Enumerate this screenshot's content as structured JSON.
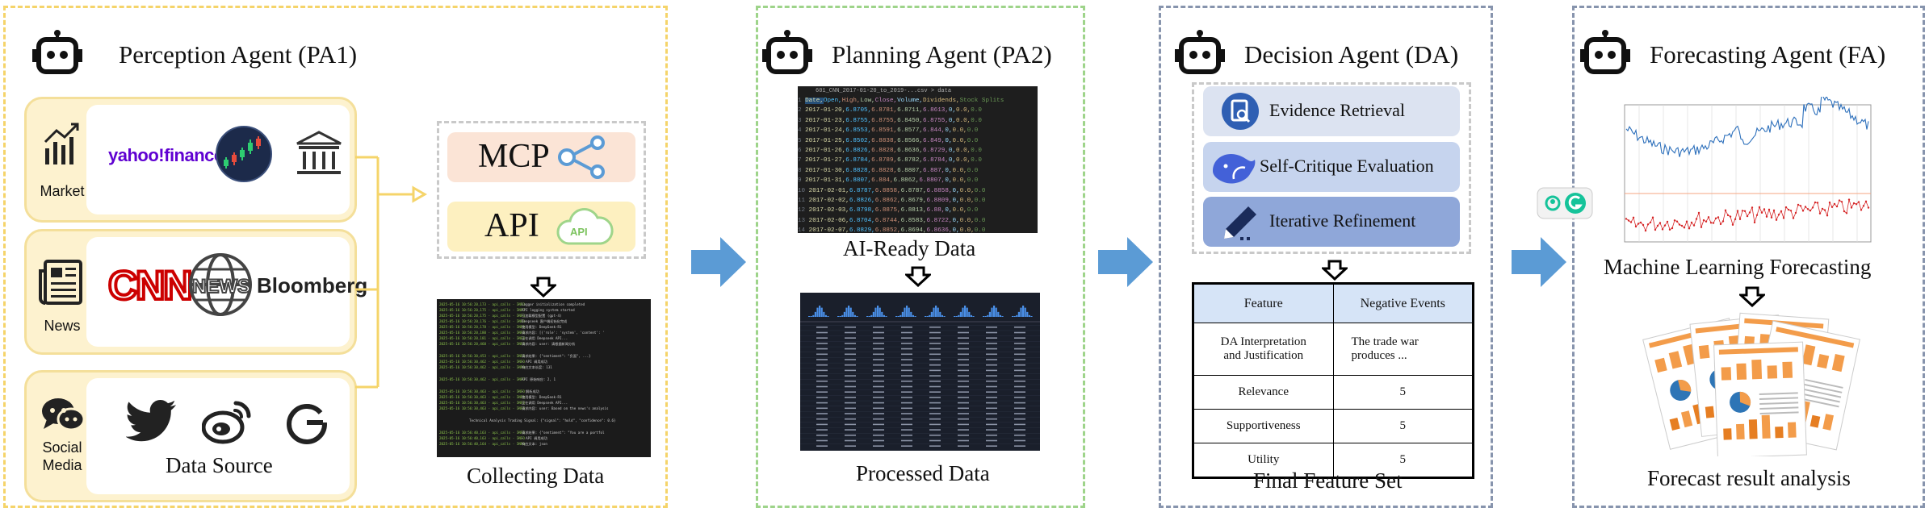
{
  "agents": {
    "pa1": {
      "title": "Perception Agent (PA1)"
    },
    "pa2": {
      "title": "Planning Agent (PA2)"
    },
    "da": {
      "title": "Decision Agent (DA)"
    },
    "fa": {
      "title": "Forecasting Agent (FA)"
    }
  },
  "sources": {
    "market": {
      "label": "Market",
      "logos": [
        "yahoo!finance"
      ]
    },
    "news": {
      "label": "News",
      "logos": [
        "CNN",
        "NEWS",
        "Bloomberg"
      ]
    },
    "social": {
      "label_line1": "Social",
      "label_line2": "Media"
    },
    "caption": "Data Source"
  },
  "collect": {
    "mcp": "MCP",
    "api": "API",
    "api_cloud": "API",
    "caption": "Collecting Data"
  },
  "csv": {
    "tab": "601_CNN_2017-01-20_to_2019-...csv > data",
    "header": "Date,Open,High,Low,Close,Volume,Dividends,Stock Splits",
    "rows": [
      "2017-01-20,6.8705,6.8781,6.8711,6.8613,0,0.0,0.0",
      "2017-01-23,6.8755,6.8755,6.8450,6.8755,0,0.0,0.0",
      "2017-01-24,6.8553,6.8591,6.8577,6.844,0,0.0,0.0",
      "2017-01-25,6.8502,6.8838,6.8566,6.849,0,0.0,0.0",
      "2017-01-26,6.8826,6.8828,6.8636,6.8729,0,0.0,0.0",
      "2017-01-27,6.8784,6.8789,6.8782,6.8784,0,0.0,0.0",
      "2017-01-30,6.8828,6.8828,6.8807,6.887,0,0.0,0.0",
      "2017-01-31,6.8807,6.884,6.8862,6.8807,0,0.0,0.0",
      "2017-02-01,6.8787,6.8858,6.8787,6.8858,0,0.0,0.0",
      "2017-02-02,6.8826,6.8862,6.8679,6.8809,0,0.0,0.0",
      "2017-02-03,6.8798,6.8875,6.8813,6.88,0,0.0,0.0",
      "2017-02-06,6.8704,6.8744,6.8583,6.8722,0,0.0,0.0",
      "2017-02-07,6.8829,6.8852,6.8694,6.8636,0,0.0,0.0"
    ],
    "caption": "AI-Ready Data"
  },
  "processed": {
    "caption": "Processed Data"
  },
  "decision": {
    "items": [
      "Evidence Retrieval",
      "Self-Critique Evaluation",
      "Iterative Refinement"
    ],
    "table": {
      "headers": [
        "Feature",
        "Negative Events"
      ],
      "rows": [
        {
          "feature_l1": "DA Interpretation",
          "feature_l2": "and Justification",
          "value_l1": "The trade war",
          "value_l2": "produces ..."
        },
        {
          "feature": "Relevance",
          "value": "5"
        },
        {
          "feature": "Supportiveness",
          "value": "5"
        },
        {
          "feature": "Utility",
          "value": "5"
        }
      ]
    },
    "caption": "Final Feature Set"
  },
  "forecast": {
    "caption_ml": "Machine Learning Forecasting",
    "caption_result": "Forecast result analysis"
  },
  "colors": {
    "pa1_border": "#f5d46a",
    "pa2_border": "#9ed48a",
    "da_border": "#8794ad",
    "fa_border": "#8794ad",
    "flow_arrow": "#5b9bd5",
    "source_card": "#fdf2cf"
  }
}
